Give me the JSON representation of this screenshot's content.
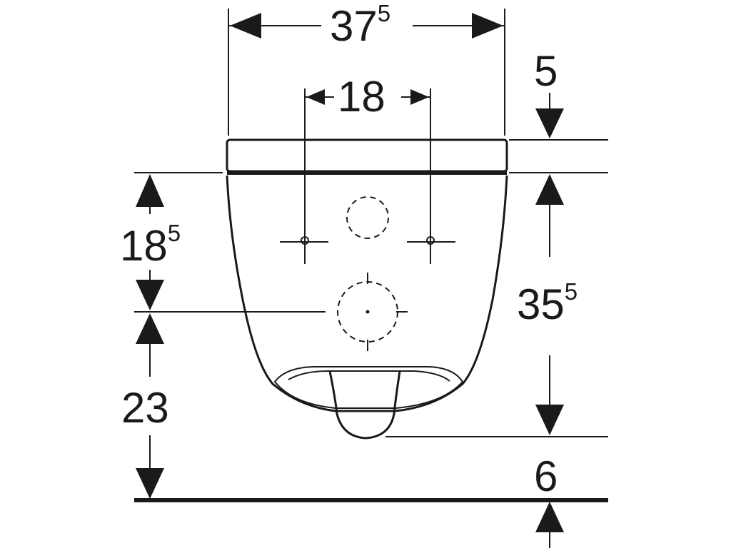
{
  "dimensions": {
    "width_total": {
      "main": "37",
      "sup": "5"
    },
    "fixing_spacing": {
      "main": "18",
      "sup": ""
    },
    "seat_thickness": {
      "main": "5",
      "sup": ""
    },
    "fixing_height": {
      "main": "18",
      "sup": "5"
    },
    "outlet_height": {
      "main": "23",
      "sup": ""
    },
    "body_height": {
      "main": "35",
      "sup": "5"
    },
    "floor_clearance": {
      "main": "6",
      "sup": ""
    }
  },
  "colors": {
    "line": "#1a1a1a",
    "background": "#ffffff"
  }
}
